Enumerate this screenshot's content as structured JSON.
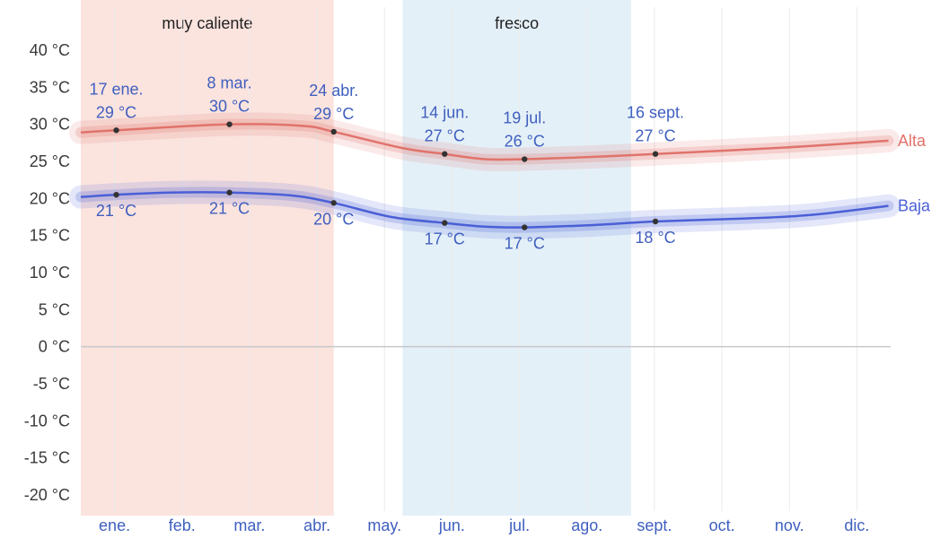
{
  "chart_data": {
    "type": "line",
    "ylim": [
      -20,
      40
    ],
    "yticks": [
      -20,
      -15,
      -10,
      -5,
      0,
      5,
      10,
      15,
      20,
      25,
      30,
      35,
      40
    ],
    "ytick_labels": [
      "-20 °C",
      "-15 °C",
      "-10 °C",
      "-5 °C",
      "0 °C",
      "5 °C",
      "10 °C",
      "15 °C",
      "20 °C",
      "25 °C",
      "30 °C",
      "35 °C",
      "40 °C"
    ],
    "months": [
      "ene.",
      "feb.",
      "mar.",
      "abr.",
      "may.",
      "jun.",
      "jul.",
      "ago.",
      "sept.",
      "oct.",
      "nov.",
      "dic."
    ],
    "grid": true,
    "bands": [
      {
        "label": "muy caliente",
        "start_day": 0,
        "end_day": 114,
        "color": "#fbe3de"
      },
      {
        "label": "fresco",
        "start_day": 145,
        "end_day": 248,
        "color": "#e4f0f8"
      }
    ],
    "series": [
      {
        "name": "Alta",
        "color": "#e0736b",
        "points": [
          [
            0,
            28.9
          ],
          [
            16,
            29.2
          ],
          [
            67,
            30.0
          ],
          [
            100,
            29.8
          ],
          [
            114,
            29.0
          ],
          [
            145,
            26.8
          ],
          [
            164,
            26.0
          ],
          [
            182,
            25.3
          ],
          [
            200,
            25.3
          ],
          [
            230,
            25.6
          ],
          [
            259,
            26.0
          ],
          [
            300,
            26.6
          ],
          [
            330,
            27.1
          ],
          [
            364,
            27.8
          ]
        ],
        "annotations": [
          {
            "date": "17 ene.",
            "value": "29 °C",
            "day": 16,
            "temp": 29.2
          },
          {
            "date": "8 mar.",
            "value": "30 °C",
            "day": 67,
            "temp": 30.0
          },
          {
            "date": "24 abr.",
            "value": "29 °C",
            "day": 114,
            "temp": 29.0
          },
          {
            "date": "14 jun.",
            "value": "27 °C",
            "day": 164,
            "temp": 26.0
          },
          {
            "date": "19 jul.",
            "value": "26 °C",
            "day": 200,
            "temp": 25.3
          },
          {
            "date": "16 sept.",
            "value": "27 °C",
            "day": 259,
            "temp": 26.0
          }
        ]
      },
      {
        "name": "Baja",
        "color": "#4a5fd6",
        "points": [
          [
            0,
            20.2
          ],
          [
            16,
            20.5
          ],
          [
            40,
            20.8
          ],
          [
            67,
            20.8
          ],
          [
            95,
            20.4
          ],
          [
            114,
            19.4
          ],
          [
            140,
            17.5
          ],
          [
            164,
            16.7
          ],
          [
            182,
            16.2
          ],
          [
            200,
            16.1
          ],
          [
            230,
            16.4
          ],
          [
            259,
            16.9
          ],
          [
            300,
            17.3
          ],
          [
            330,
            17.8
          ],
          [
            364,
            19.0
          ]
        ],
        "annotations": [
          {
            "value": "21 °C",
            "day": 16,
            "temp": 20.5
          },
          {
            "value": "21 °C",
            "day": 67,
            "temp": 20.8
          },
          {
            "value": "20 °C",
            "day": 114,
            "temp": 19.4
          },
          {
            "value": "17 °C",
            "day": 164,
            "temp": 16.7
          },
          {
            "value": "17 °C",
            "day": 200,
            "temp": 16.1
          },
          {
            "value": "18 °C",
            "day": 259,
            "temp": 16.9
          }
        ]
      }
    ]
  }
}
